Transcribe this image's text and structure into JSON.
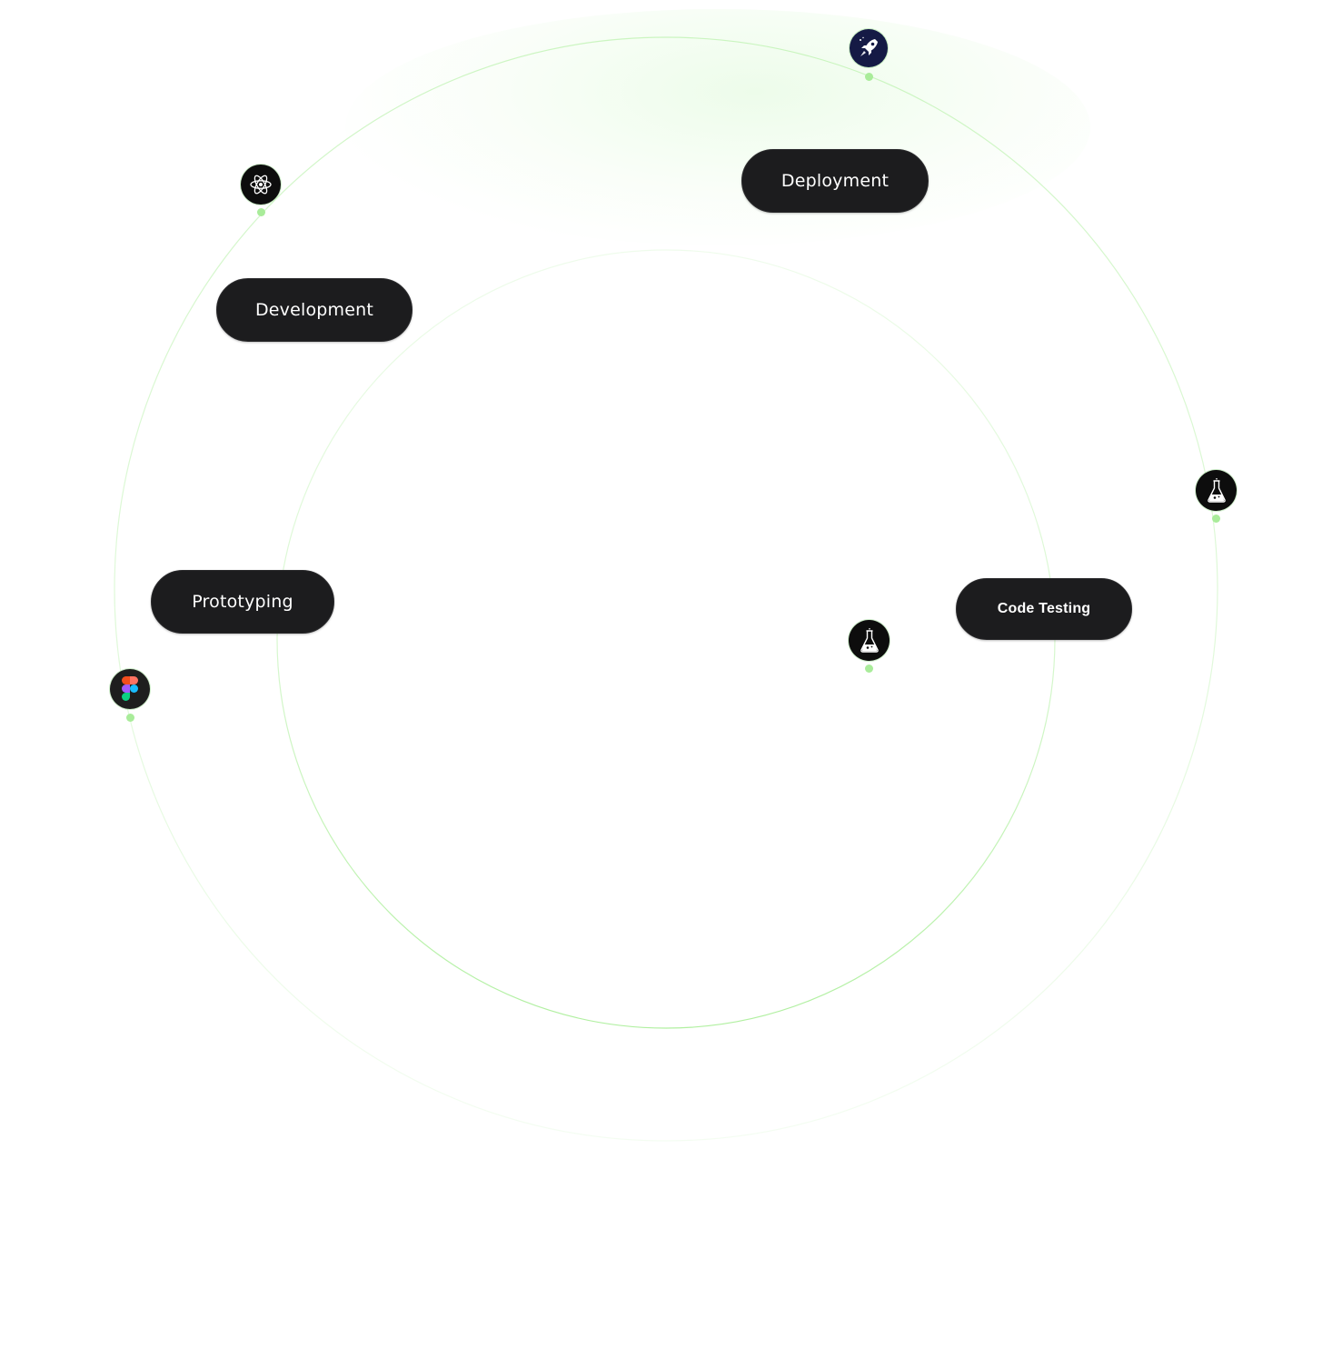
{
  "colors": {
    "pill_bg": "#1c1c1e",
    "pill_text": "#ffffff",
    "orbit_line": "#a8ee96",
    "dot": "#a9ec9a",
    "rocket_bg": "#151a45"
  },
  "stages": {
    "deployment": {
      "label": "Deployment",
      "icon": "rocket-icon"
    },
    "development": {
      "label": "Development",
      "icon": "react-atom-icon"
    },
    "prototyping": {
      "label": "Prototyping",
      "icon": "figma-icon"
    },
    "code_testing": {
      "label": "Code Testing",
      "icon": "flask-icon"
    }
  },
  "extra_nodes": [
    {
      "icon": "flask-icon"
    }
  ]
}
